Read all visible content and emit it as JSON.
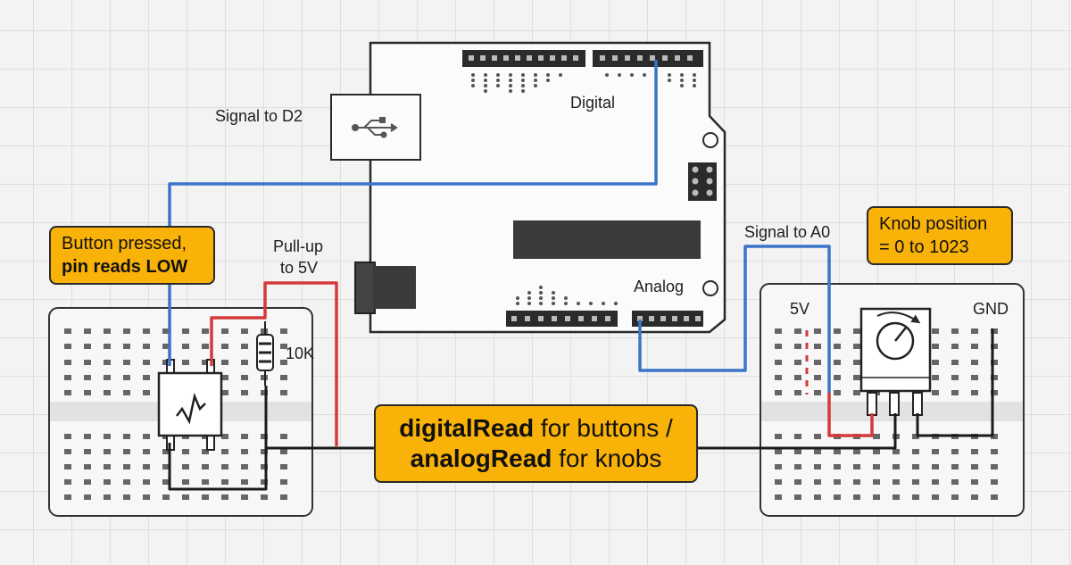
{
  "labels": {
    "signal_d2": "Signal to D2",
    "digital": "Digital",
    "analog": "Analog",
    "signal_a0": "Signal to A0",
    "pullup_line1": "Pull-up",
    "pullup_line2": "to 5V",
    "resistor_value": "10K",
    "five_v": "5V",
    "gnd": "GND"
  },
  "callouts": {
    "button": {
      "line1": "Button pressed,",
      "line2": "pin reads LOW"
    },
    "knob": {
      "line1": "Knob position",
      "line2": "= 0 to 1023"
    },
    "main": {
      "line1_bold": "digitalRead",
      "line1_rest": " for buttons /",
      "line2_bold": "analogRead",
      "line2_rest": " for knobs"
    }
  },
  "colors": {
    "signal_wire": "#3b74c9",
    "power_wire": "#d43a3a",
    "ground_wire": "#1b1b1b",
    "callout_fill": "#f9b208",
    "board_fill": "#fbfbfb",
    "outline": "#2a2a2a"
  },
  "icons": [
    "usb-icon",
    "potentiometer-icon",
    "pushbutton-icon",
    "resistor-icon"
  ]
}
